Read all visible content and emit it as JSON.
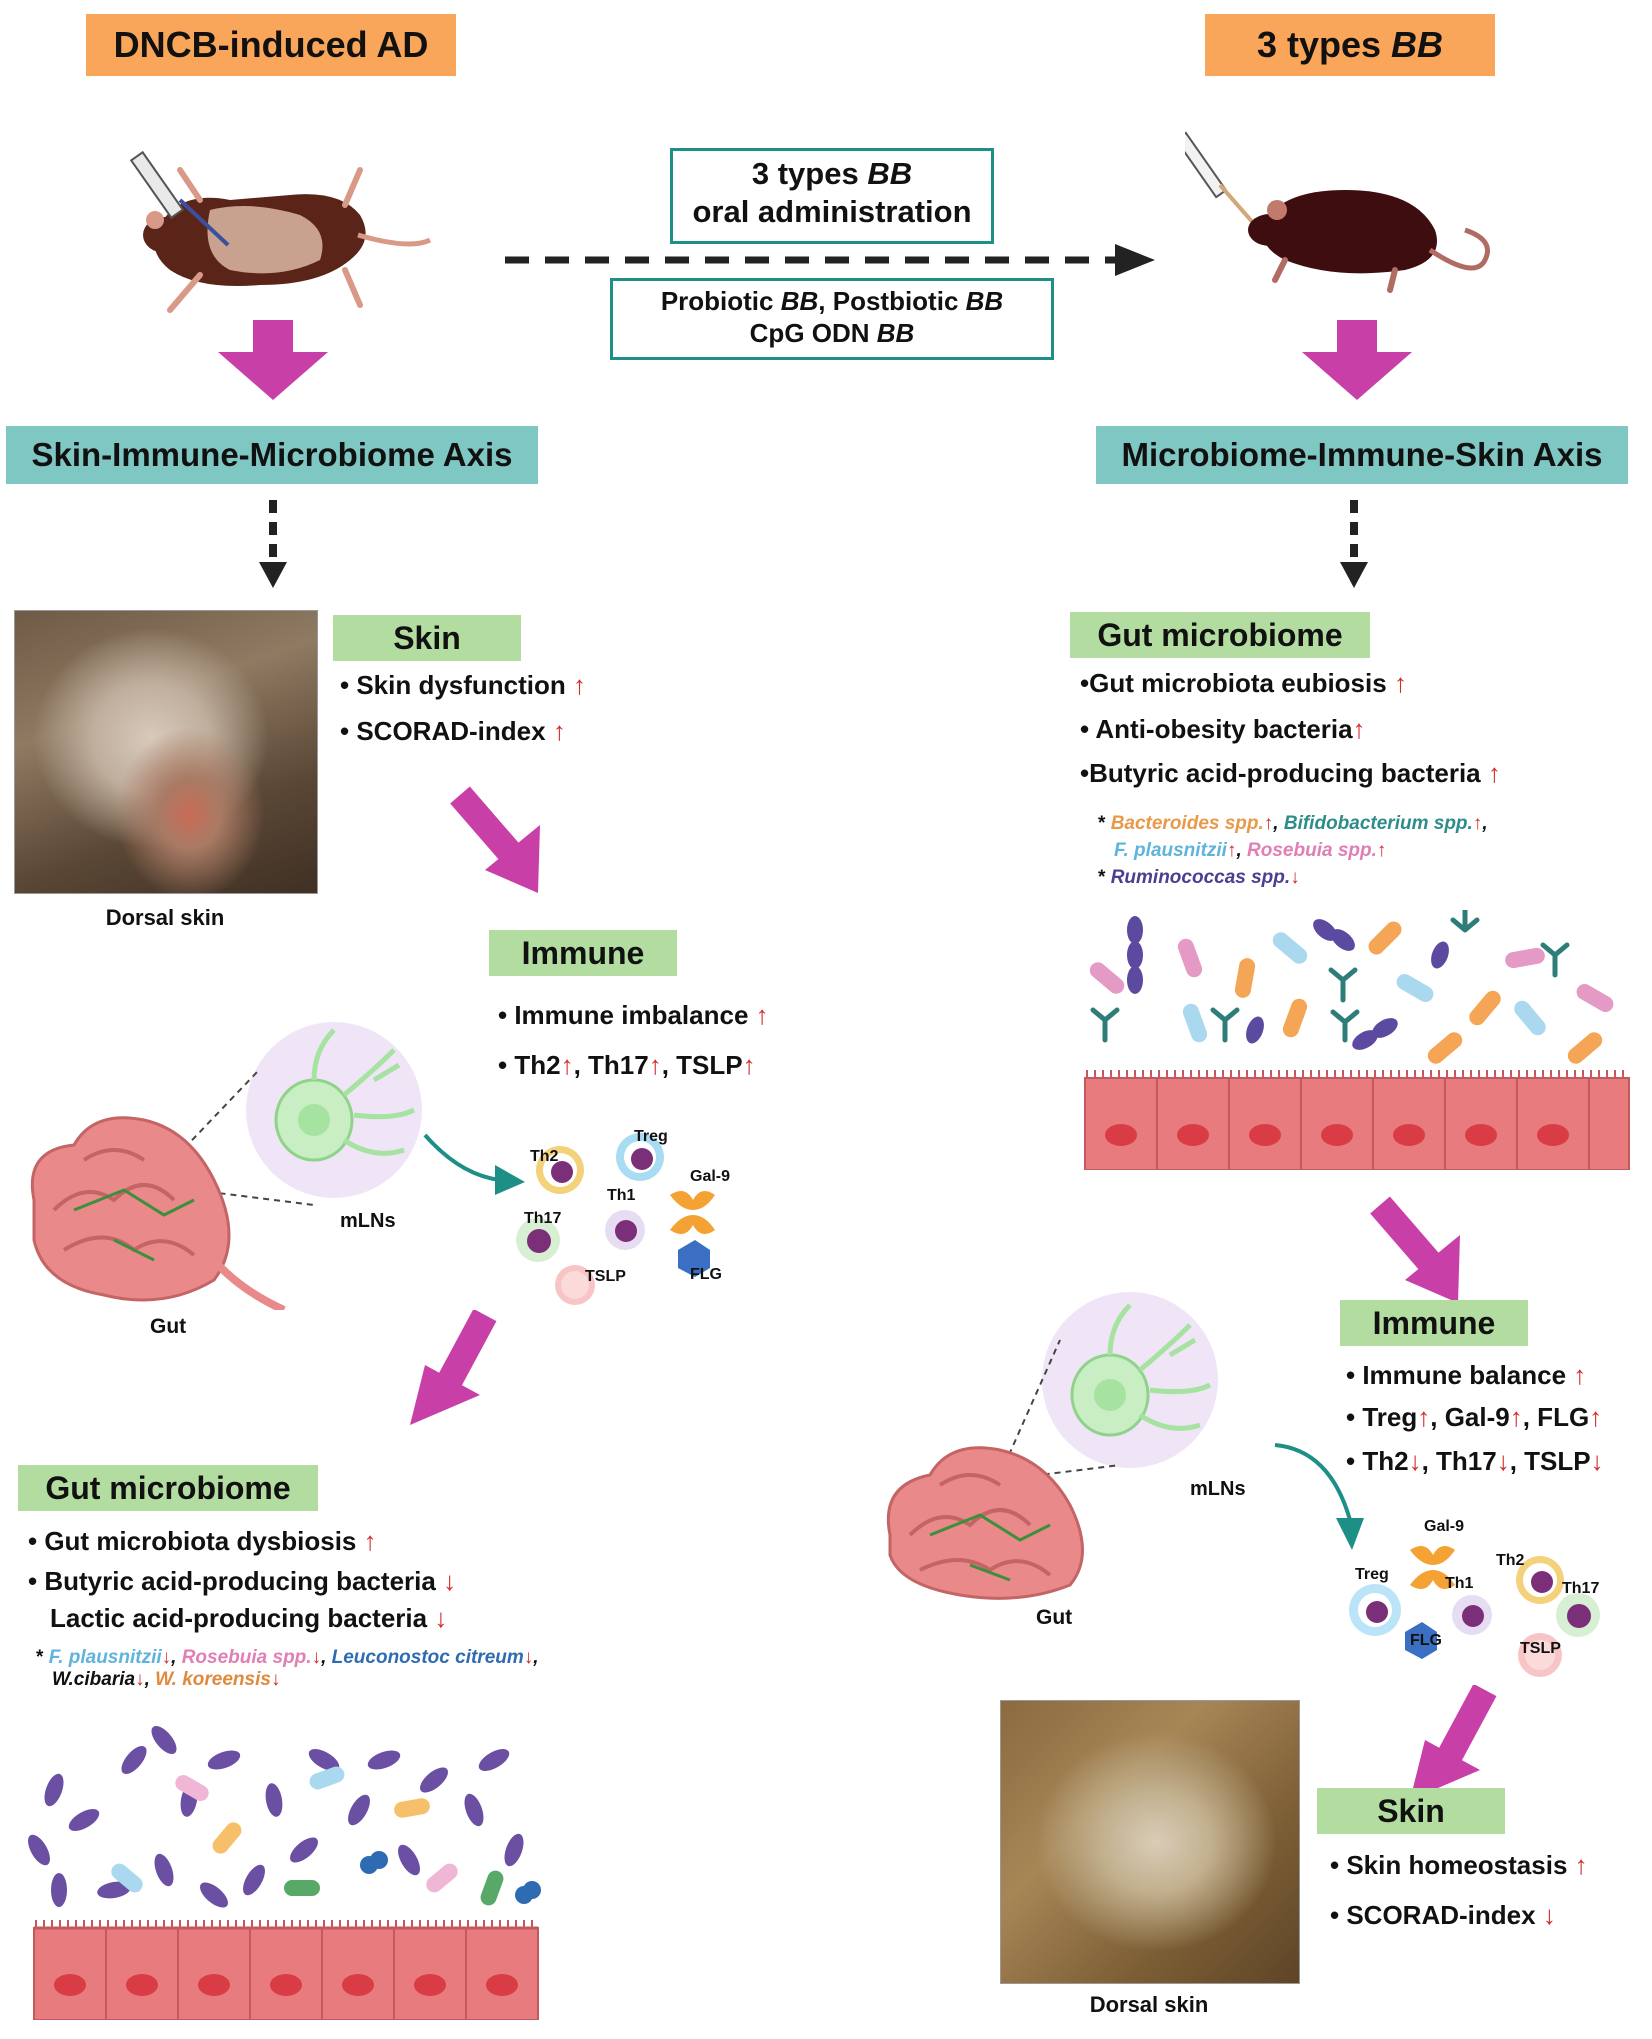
{
  "top_left_label": "DNCB-induced AD",
  "top_right_label": "3 types BB",
  "top_right_label_plain": "3 types ",
  "top_right_label_italic": "BB",
  "oral_box": {
    "line1_plain": "3 types ",
    "line1_italic": "BB",
    "line2": "oral administration"
  },
  "bb_box": {
    "part1": "Probiotic ",
    "bb1": "BB",
    "part2": ", Postbiotic ",
    "bb2": "BB",
    "line2_plain": "CpG ODN ",
    "bb3": "BB"
  },
  "left_axis": "Skin-Immune-Microbiome Axis",
  "right_axis": "Microbiome-Immune-Skin Axis",
  "left_skin": {
    "header": "Skin",
    "items": [
      "Skin dysfunction",
      "SCORAD-index"
    ],
    "photo_caption": "Dorsal skin"
  },
  "left_immune": {
    "header": "Immune",
    "items": [
      "Immune imbalance"
    ],
    "th_line": {
      "a": "Th2",
      "b": ", Th17",
      "c": ", TSLP"
    },
    "cells": {
      "th2": "Th2",
      "treg": "Treg",
      "th1": "Th1",
      "th17": "Th17",
      "gal9": "Gal-9",
      "tslp": "TSLP",
      "flg": "FLG"
    },
    "mlns": "mLNs",
    "gut": "Gut"
  },
  "left_gut": {
    "header": "Gut microbiome",
    "items": [
      "Gut microbiota dysbiosis",
      "Butyric acid-producing bacteria",
      "Lactic acid-producing bacteria"
    ],
    "notes": [
      {
        "text": "F. plausnitzii",
        "color": "#5fb4dc"
      },
      {
        "text": "Rosebuia spp.",
        "color": "#e07fb6"
      },
      {
        "text": "Leuconostoc citreum",
        "color": "#2f6bb3"
      },
      {
        "text": "W.cibaria",
        "color": "#5aa869"
      },
      {
        "text": "W. koreensis",
        "color": "#e08a3c"
      }
    ]
  },
  "right_gut": {
    "header": "Gut microbiome",
    "items": [
      "Gut microbiota eubiosis",
      "Anti-obesity bacteria",
      "Butyric acid-producing bacteria"
    ],
    "notes": [
      {
        "text": "Bacteroides spp.",
        "color": "#e89a4a"
      },
      {
        "text": "Bifidobacterium spp.",
        "color": "#2e8d8a"
      },
      {
        "text": "F. plausnitzii",
        "color": "#5fb4dc"
      },
      {
        "text": "Rosebuia spp.",
        "color": "#e07fb6"
      },
      {
        "text": "Ruminococcas spp.",
        "color": "#4b3f8f"
      }
    ]
  },
  "right_immune": {
    "header": "Immune",
    "items": [
      "Immune balance"
    ],
    "line2": {
      "a": "Treg",
      "b": ", Gal-9",
      "c": ", FLG"
    },
    "line3": {
      "a": "Th2",
      "b": ", Th17",
      "c": ", TSLP"
    },
    "cells": {
      "gal9": "Gal-9",
      "th2": "Th2",
      "treg": "Treg",
      "th1": "Th1",
      "th17": "Th17",
      "flg": "FLG",
      "tslp": "TSLP"
    },
    "mlns": "mLNs",
    "gut": "Gut"
  },
  "right_skin": {
    "header": "Skin",
    "items": [
      "Skin homeostasis",
      "SCORAD-index"
    ],
    "photo_caption": "Dorsal skin"
  },
  "arrows": {
    "up": "↑",
    "down": "↓",
    "star": "*"
  },
  "colors": {
    "orange": "#f9a55a",
    "teal": "#7fc7c2",
    "green": "#b3dca0",
    "magenta": "#c93fa8",
    "red_arrow": "#d42b2b",
    "box_border": "#1e8f86"
  }
}
